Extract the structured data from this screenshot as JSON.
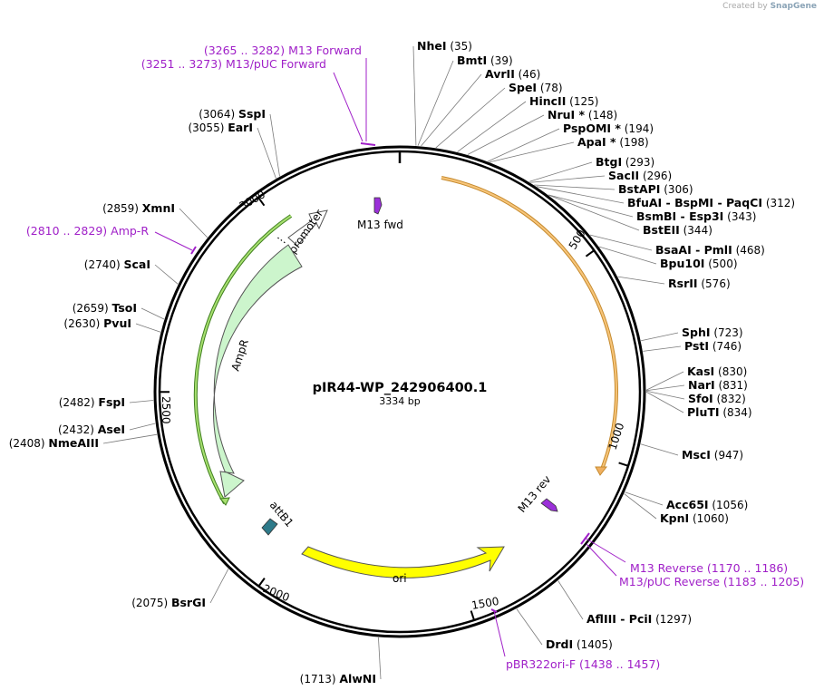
{
  "credit": {
    "prefix": "Created by",
    "brand": "SnapGene"
  },
  "plasmid": {
    "name": "pIR44-WP_242906400.1",
    "length_label": "3334 bp",
    "length": 3334
  },
  "ticks": [
    {
      "pos": 500,
      "label": "500"
    },
    {
      "pos": 1000,
      "label": "1000"
    },
    {
      "pos": 1500,
      "label": "1500"
    },
    {
      "pos": 2000,
      "label": "2000"
    },
    {
      "pos": 2500,
      "label": "2500"
    },
    {
      "pos": 3000,
      "label": "3000"
    }
  ],
  "sites": [
    {
      "name": "NheI",
      "pos": "(35)",
      "site": 35
    },
    {
      "name": "BmtI",
      "pos": "(39)",
      "site": 39
    },
    {
      "name": "AvrII",
      "pos": "(46)",
      "site": 46
    },
    {
      "name": "SpeI",
      "pos": "(78)",
      "site": 78
    },
    {
      "name": "HincII",
      "pos": "(125)",
      "site": 125
    },
    {
      "name": "NruI *",
      "pos": "(148)",
      "site": 148
    },
    {
      "name": "PspOMI *",
      "pos": "(194)",
      "site": 194
    },
    {
      "name": "ApaI *",
      "pos": "(198)",
      "site": 198
    },
    {
      "name": "BtgI",
      "pos": "(293)",
      "site": 293
    },
    {
      "name": "SacII",
      "pos": "(296)",
      "site": 296
    },
    {
      "name": "BstAPI",
      "pos": "(306)",
      "site": 306
    },
    {
      "name": "BfuAI - BspMI - PaqCI",
      "pos": "(312)",
      "site": 312
    },
    {
      "name": "BsmBI - Esp3I",
      "pos": "(343)",
      "site": 343
    },
    {
      "name": "BstEII",
      "pos": "(344)",
      "site": 344
    },
    {
      "name": "BsaAI - PmlI",
      "pos": "(468)",
      "site": 468
    },
    {
      "name": "Bpu10I",
      "pos": "(500)",
      "site": 500
    },
    {
      "name": "RsrII",
      "pos": "(576)",
      "site": 576
    },
    {
      "name": "SphI",
      "pos": "(723)",
      "site": 723
    },
    {
      "name": "PstI",
      "pos": "(746)",
      "site": 746
    },
    {
      "name": "KasI",
      "pos": "(830)",
      "site": 830
    },
    {
      "name": "NarI",
      "pos": "(831)",
      "site": 831
    },
    {
      "name": "SfoI",
      "pos": "(832)",
      "site": 832
    },
    {
      "name": "PluTI",
      "pos": "(834)",
      "site": 834
    },
    {
      "name": "MscI",
      "pos": "(947)",
      "site": 947
    },
    {
      "name": "Acc65I",
      "pos": "(1056)",
      "site": 1056
    },
    {
      "name": "KpnI",
      "pos": "(1060)",
      "site": 1060
    },
    {
      "name": "AflIII - PciI",
      "pos": "(1297)",
      "site": 1297
    },
    {
      "name": "DrdI",
      "pos": "(1405)",
      "site": 1405
    },
    {
      "name": "AlwNI",
      "pos": "(1713)",
      "site": 1713
    },
    {
      "name": "BsrGI",
      "pos": "(2075)",
      "site": 2075
    },
    {
      "name": "NmeAIII",
      "pos": "(2408)",
      "site": 2408
    },
    {
      "name": "AseI",
      "pos": "(2432)",
      "site": 2432
    },
    {
      "name": "FspI",
      "pos": "(2482)",
      "site": 2482
    },
    {
      "name": "PvuI",
      "pos": "(2630)",
      "site": 2630
    },
    {
      "name": "TsoI",
      "pos": "(2659)",
      "site": 2659
    },
    {
      "name": "ScaI",
      "pos": "(2740)",
      "site": 2740
    },
    {
      "name": "XmnI",
      "pos": "(2859)",
      "site": 2859
    },
    {
      "name": "EarI",
      "pos": "(3055)",
      "site": 3055
    },
    {
      "name": "SspI",
      "pos": "(3064)",
      "site": 3064
    }
  ],
  "primers": [
    {
      "name": "M13 Forward",
      "range": "(3265 .. 3282)"
    },
    {
      "name": "M13/pUC Forward",
      "range": "(3251 .. 3273)"
    },
    {
      "name": "Amp-R",
      "range": "(2810 .. 2829)"
    },
    {
      "name": "M13 Reverse",
      "range": "(1170 .. 1186)"
    },
    {
      "name": "M13/pUC Reverse",
      "range": "(1183 .. 1205)"
    },
    {
      "name": "pBR322ori-F",
      "range": "(1438 .. 1457)"
    }
  ],
  "features": [
    {
      "name": "AmpR promoter",
      "color": "#ffffff"
    },
    {
      "name": "AmpR",
      "color": "#ccf5cc"
    },
    {
      "name": "M13 fwd",
      "color": "#9b30d9"
    },
    {
      "name": "M13 rev",
      "color": "#9b30d9"
    },
    {
      "name": "attB1",
      "color": "#2e7a8a"
    },
    {
      "name": "ori",
      "color": "#ffff00"
    }
  ],
  "colors": {
    "primer": "#a020c8",
    "insert_arc": "#f0b060",
    "amp_arc": "#90d040"
  }
}
